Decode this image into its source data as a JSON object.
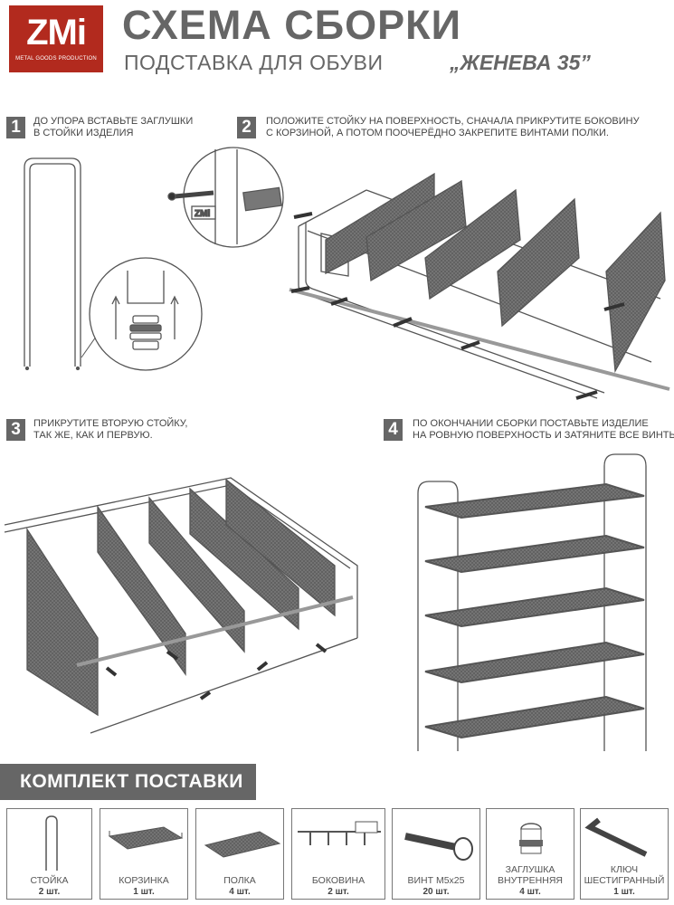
{
  "header": {
    "logo": "ZMi",
    "logo_sub": "METAL GOODS PRODUCTION",
    "title": "СХЕМА СБОРКИ",
    "subtitle": "ПОДСТАВКА ДЛЯ ОБУВИ",
    "model": "„ЖЕНЕВА 35”"
  },
  "steps": [
    {
      "num": "1",
      "line1": "ДО УПОРА ВСТАВЬТЕ ЗАГЛУШКИ",
      "line2": "В СТОЙКИ ИЗДЕЛИЯ"
    },
    {
      "num": "2",
      "line1": "ПОЛОЖИТЕ СТОЙКУ НА ПОВЕРХНОСТЬ, СНАЧАЛА ПРИКРУТИТЕ БОКОВИНУ",
      "line2": "С КОРЗИНОЙ, А ПОТОМ  ПООЧЕРЁДНО  ЗАКРЕПИТЕ ВИНТАМИ ПОЛКИ."
    },
    {
      "num": "3",
      "line1": "ПРИКРУТИТЕ ВТОРУЮ СТОЙКУ,",
      "line2": "ТАК ЖЕ, КАК И ПЕРВУЮ."
    },
    {
      "num": "4",
      "line1": "ПО ОКОНЧАНИИ СБОРКИ ПОСТАВЬТЕ ИЗДЕЛИЕ",
      "line2": "НА РОВНУЮ ПОВЕРХНОСТЬ И ЗАТЯНИТЕ ВСЕ ВИНТЫ"
    }
  ],
  "kit": {
    "title": "КОМПЛЕКТ ПОСТАВКИ",
    "items": [
      {
        "label": "СТОЙКА",
        "qty": "2 шт."
      },
      {
        "label": "КОРЗИНКА",
        "qty": "1 шт."
      },
      {
        "label": "ПОЛКА",
        "qty": "4 шт."
      },
      {
        "label": "БОКОВИНА",
        "qty": "2 шт."
      },
      {
        "label": "ВИНТ М5х25",
        "qty": "20 шт."
      },
      {
        "label": "ЗАГЛУШКА ВНУТРЕННЯЯ",
        "qty": "4 шт."
      },
      {
        "label": "КЛЮЧ ШЕСТИГРАННЫЙ",
        "qty": "1 шт."
      }
    ]
  }
}
